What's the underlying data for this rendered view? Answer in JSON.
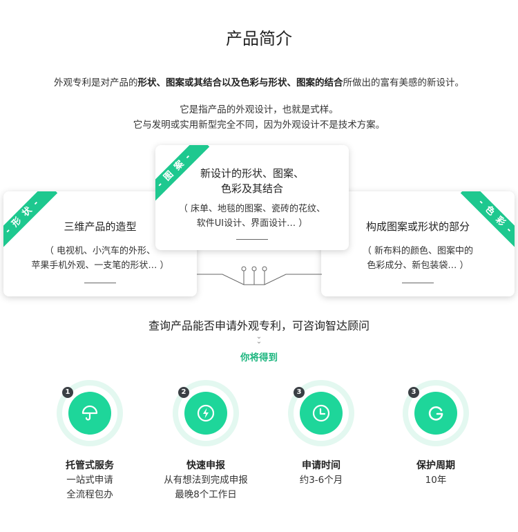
{
  "page": {
    "title": "产品简介",
    "intro": {
      "p1_a": "外观专利是对产品的",
      "p1_b": "形状、图案或其结合以及色彩与形状、图案的结合",
      "p1_c": "所做出的富有美感的新设计。",
      "p2": "它是指产品的外观设计，也就是式样。",
      "p3": "它与发明或实用新型完全不同，因为外观设计不是技术方案。"
    }
  },
  "cards": {
    "left": {
      "ribbon": "- 形 状 -",
      "heading": "三维产品的造型",
      "desc1": "（ 电视机、小汽车的外形、",
      "desc2": "苹果手机外观、一支笔的形状… ）"
    },
    "center": {
      "ribbon": "- 图 案 -",
      "heading1": "新设计的形状、图案、",
      "heading2": "色彩及其结合",
      "desc1": "（ 床单、地毯的图案、瓷砖的花纹、",
      "desc2": "软件UI设计、界面设计… ）"
    },
    "right": {
      "ribbon": "- 色 彩 -",
      "heading": "构成图案或形状的部分",
      "desc1": "（ 新布料的颜色、图案中的",
      "desc2": "色彩成分、新包装袋… ）"
    }
  },
  "consult": {
    "question": "查询产品能否申请外观专利，可咨询智达顾问",
    "gain": "你将得到"
  },
  "services": [
    {
      "num": "1",
      "icon": "umbrella-icon",
      "title": "托管式服务",
      "line1": "一站式申请",
      "line2": "全流程包办"
    },
    {
      "num": "2",
      "icon": "lightning-icon",
      "title": "快速申报",
      "line1": "从有想法到完成申报",
      "line2": "最晚8个工作日"
    },
    {
      "num": "3",
      "icon": "clock-icon",
      "title": "申请时间",
      "line1": "约3-6个月",
      "line2": ""
    },
    {
      "num": "3",
      "icon": "refresh-icon",
      "title": "保护周期",
      "line1": "10年",
      "line2": ""
    }
  ],
  "colors": {
    "accent": "#1ec88f",
    "accent_text": "#1bb57e",
    "icon_fill": "#1ed69a",
    "halo": "#e3f8f0",
    "badge": "#3a3f44"
  }
}
